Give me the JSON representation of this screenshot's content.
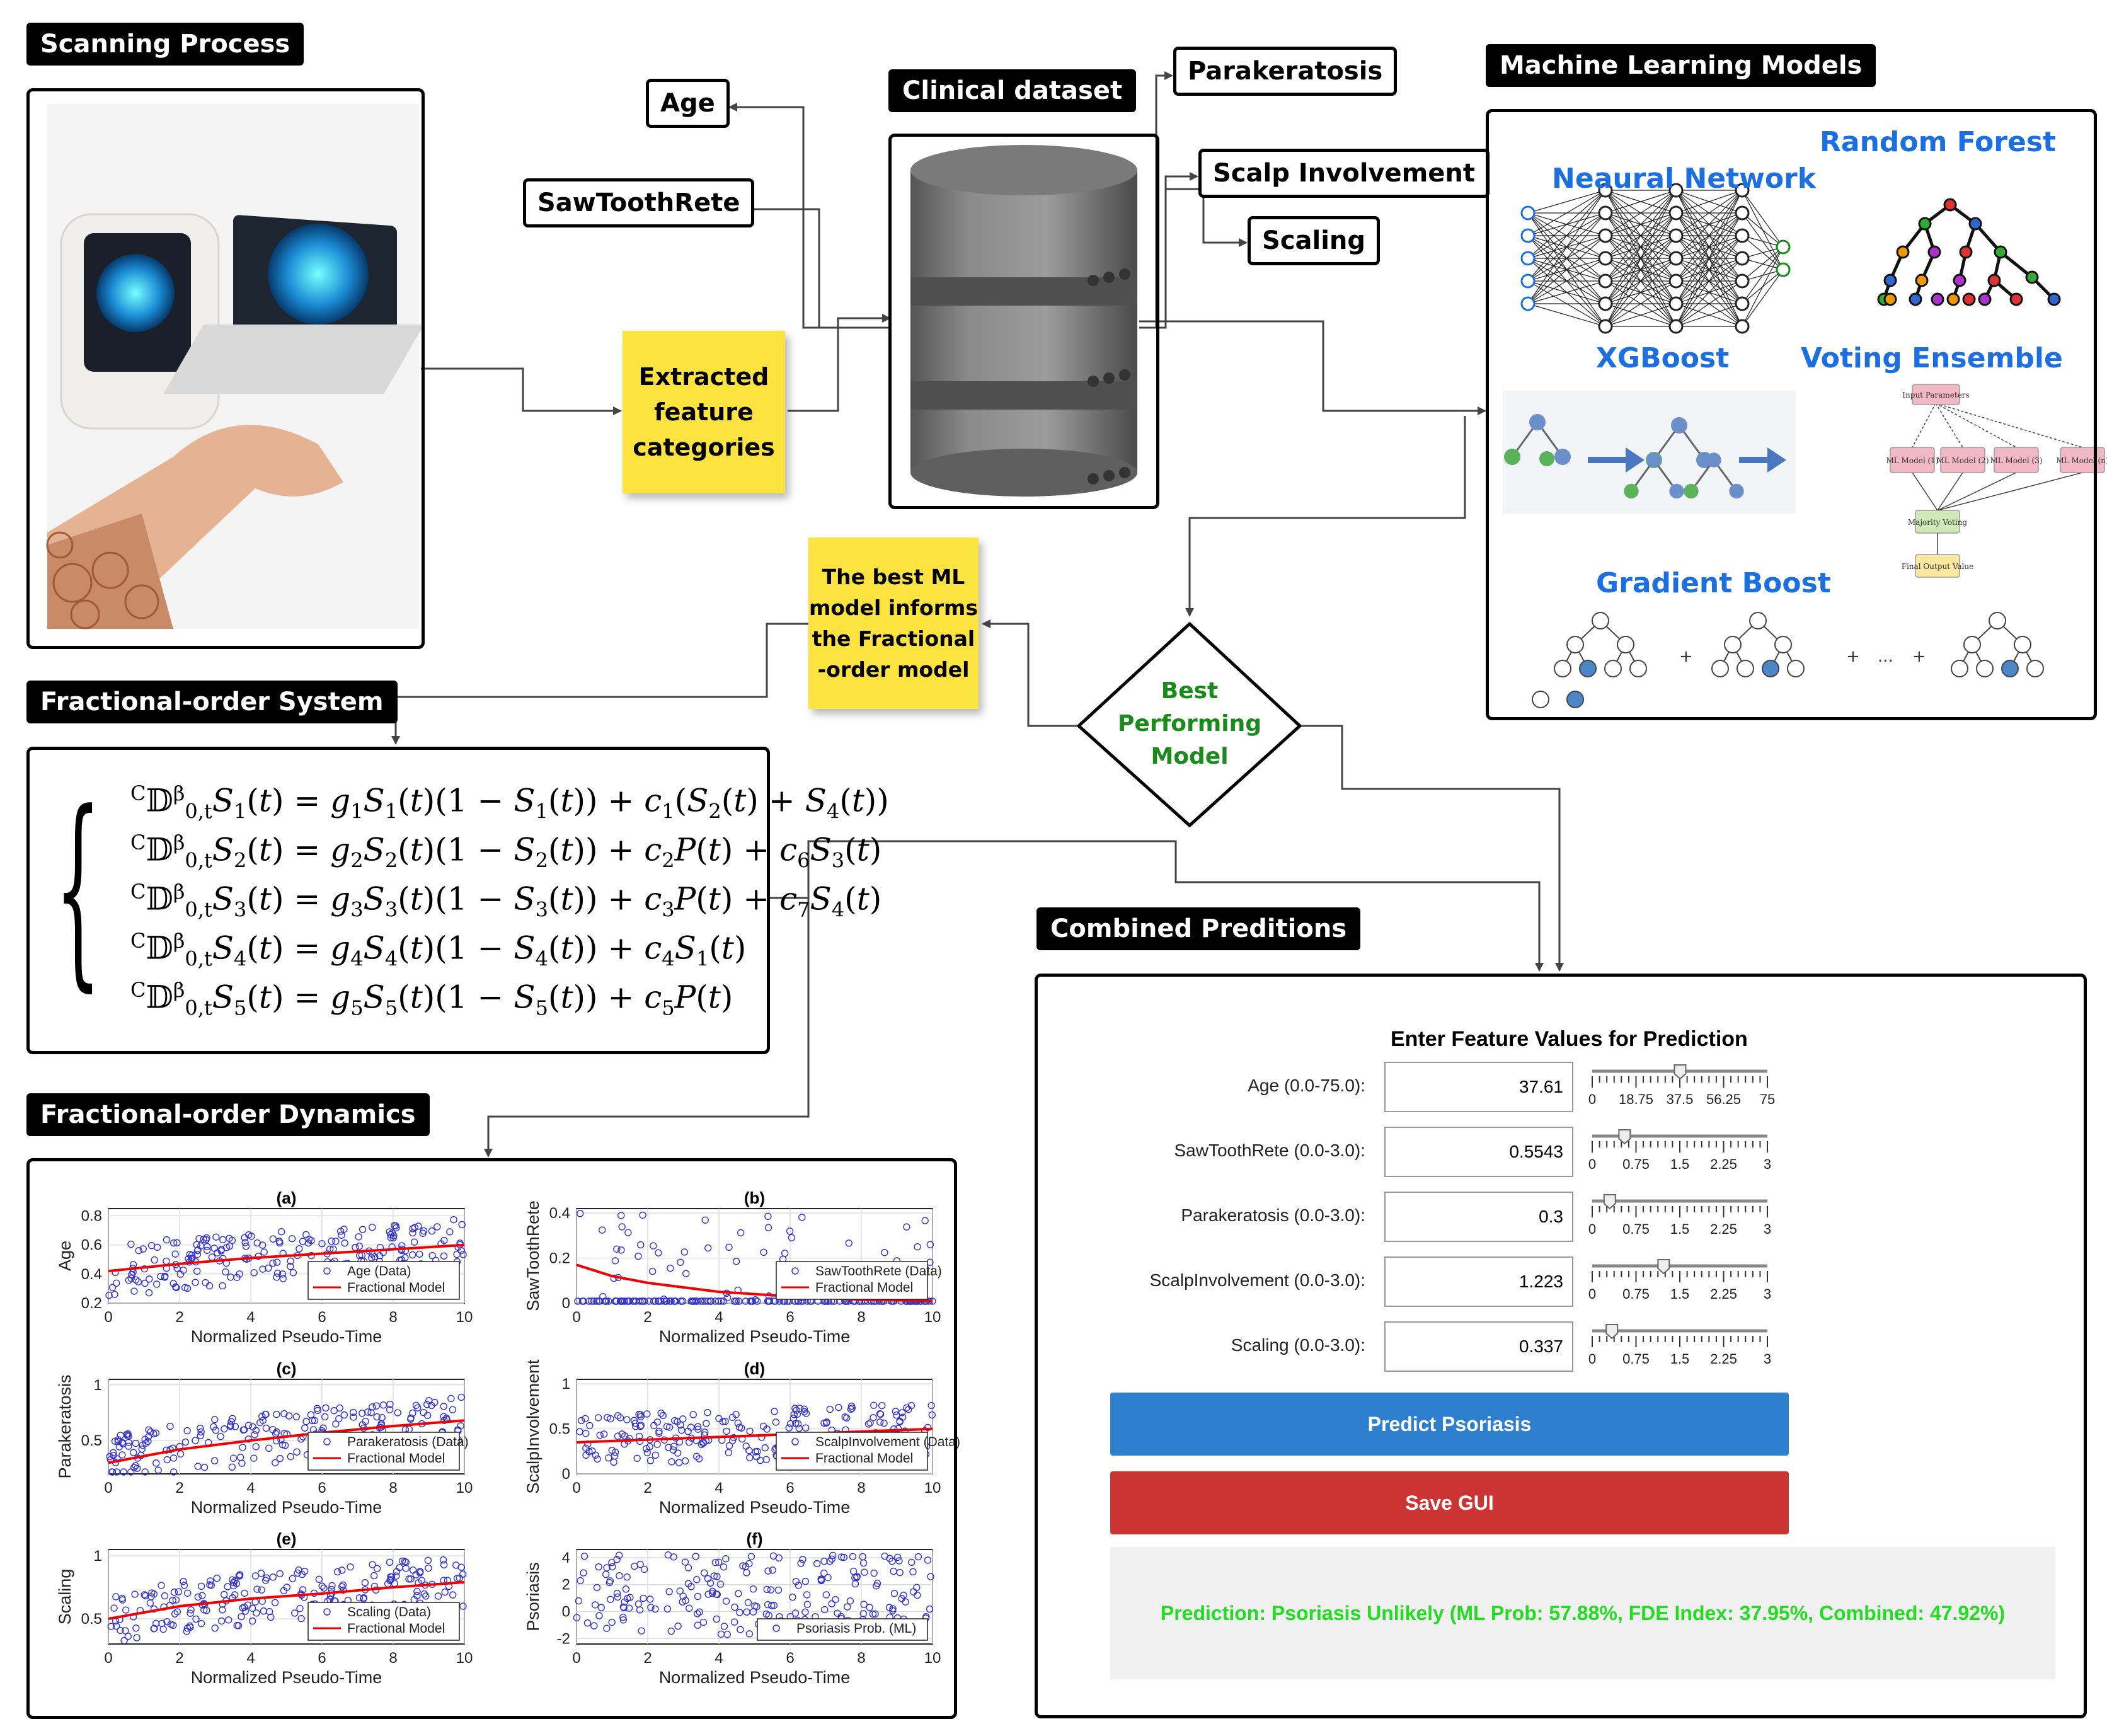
{
  "scanning": {
    "title": "Scanning  Process"
  },
  "dataset": {
    "title": "Clinical dataset"
  },
  "features": {
    "age": "Age",
    "sawtooth": "SawToothRete",
    "parakeratosis": "Parakeratosis",
    "scalp": "Scalp Involvement",
    "scaling": "Scaling"
  },
  "extracted": {
    "line1": "Extracted",
    "line2": "feature",
    "line3": "categories"
  },
  "ml": {
    "title": "Machine Learning Models",
    "nn": "Neaural Network",
    "rf": "Random Forest",
    "xgb": "XGBoost",
    "vote": "Voting Ensemble",
    "gb": "Gradient Boost",
    "vote_nodes": {
      "input": "Input Parameters",
      "m1": "ML Model (1)",
      "m2": "ML Model (2)",
      "m3": "ML Model (3)",
      "mn": "ML Model (n)",
      "major": "Majority Voting",
      "final": "Final Output Value"
    }
  },
  "best_note": {
    "line1": "The best ML",
    "line2": "model informs",
    "line3": "the Fractional",
    "line4": "-order model"
  },
  "best_model": {
    "line1": "Best",
    "line2": "Performing",
    "line3": "Model"
  },
  "frac_system": {
    "title": "Fractional-order System"
  },
  "frac_dyn": {
    "title": "Fractional-order Dynamics"
  },
  "combined": {
    "title": "Combined Preditions"
  },
  "colors": {
    "accent_blue": "#1b6fe0",
    "best_green": "#1a8a1a",
    "predict_blue": "#2f7fcf",
    "save_red": "#cc3333",
    "result_green": "#22dd22",
    "sticky_yellow": "#fce33f"
  },
  "gui": {
    "heading": "Enter Feature Values for Prediction",
    "rows": [
      {
        "label": "Age (0.0-75.0):",
        "value": "37.61",
        "ticks": [
          "0",
          "18.75",
          "37.5",
          "56.25",
          "75"
        ],
        "slider_fraction": 0.5015
      },
      {
        "label": "SawToothRete (0.0-3.0):",
        "value": "0.5543",
        "ticks": [
          "0",
          "0.75",
          "1.5",
          "2.25",
          "3"
        ],
        "slider_fraction": 0.1848
      },
      {
        "label": "Parakeratosis (0.0-3.0):",
        "value": "0.3",
        "ticks": [
          "0",
          "0.75",
          "1.5",
          "2.25",
          "3"
        ],
        "slider_fraction": 0.1
      },
      {
        "label": "ScalpInvolvement (0.0-3.0):",
        "value": "1.223",
        "ticks": [
          "0",
          "0.75",
          "1.5",
          "2.25",
          "3"
        ],
        "slider_fraction": 0.4077
      },
      {
        "label": "Scaling (0.0-3.0):",
        "value": "0.337",
        "ticks": [
          "0",
          "0.75",
          "1.5",
          "2.25",
          "3"
        ],
        "slider_fraction": 0.1123
      }
    ],
    "predict_label": "Predict Psoriasis",
    "save_label": "Save GUI",
    "result": "Prediction: Psoriasis Unlikely (ML Prob: 57.88%, FDE Index: 37.95%, Combined: 47.92%)"
  },
  "chart_data": [
    {
      "type": "scatter",
      "title": "(a)",
      "xlabel": "Normalized Pseudo-Time",
      "ylabel": "Age",
      "xlim": [
        0,
        10
      ],
      "ylim": [
        0.2,
        0.85
      ],
      "xticks": [
        "0",
        "2",
        "4",
        "6",
        "8",
        "10"
      ],
      "yticks": [
        "0.2",
        "0.4",
        "0.6",
        "0.8"
      ],
      "legend": [
        "Age (Data)",
        "Fractional Model"
      ],
      "model": {
        "x": [
          0,
          2,
          4,
          6,
          8,
          10
        ],
        "y": [
          0.42,
          0.47,
          0.51,
          0.54,
          0.57,
          0.6
        ]
      }
    },
    {
      "type": "scatter",
      "title": "(b)",
      "xlabel": "Normalized Pseudo-Time",
      "ylabel": "SawToothRete",
      "xlim": [
        0,
        10
      ],
      "ylim": [
        0,
        0.42
      ],
      "xticks": [
        "0",
        "2",
        "4",
        "6",
        "8",
        "10"
      ],
      "yticks": [
        "0",
        "0.2",
        "0.4"
      ],
      "legend": [
        "SawToothRete (Data)",
        "Fractional Model"
      ],
      "model": {
        "x": [
          0,
          1,
          2,
          4,
          6,
          8,
          10
        ],
        "y": [
          0.17,
          0.12,
          0.09,
          0.05,
          0.03,
          0.015,
          0.01
        ]
      }
    },
    {
      "type": "scatter",
      "title": "(c)",
      "xlabel": "Normalized Pseudo-Time",
      "ylabel": "Parakeratosis",
      "xlim": [
        0,
        10
      ],
      "ylim": [
        0.2,
        1.05
      ],
      "xticks": [
        "0",
        "2",
        "4",
        "6",
        "8",
        "10"
      ],
      "yticks": [
        "0.5",
        "1"
      ],
      "legend": [
        "Parakeratosis (Data)",
        "Fractional Model"
      ],
      "model": {
        "x": [
          0,
          2,
          4,
          6,
          8,
          10
        ],
        "y": [
          0.3,
          0.42,
          0.5,
          0.57,
          0.63,
          0.68
        ]
      }
    },
    {
      "type": "scatter",
      "title": "(d)",
      "xlabel": "Normalized Pseudo-Time",
      "ylabel": "ScalpInvolvement",
      "xlim": [
        0,
        10
      ],
      "ylim": [
        0,
        1.05
      ],
      "xticks": [
        "0",
        "2",
        "4",
        "6",
        "8",
        "10"
      ],
      "yticks": [
        "0",
        "0.5",
        "1"
      ],
      "legend": [
        "ScalpInvolvement (Data)",
        "Fractional Model"
      ],
      "model": {
        "x": [
          0,
          2,
          4,
          6,
          8,
          10
        ],
        "y": [
          0.35,
          0.38,
          0.41,
          0.44,
          0.47,
          0.5
        ]
      }
    },
    {
      "type": "scatter",
      "title": "(e)",
      "xlabel": "Normalized Pseudo-Time",
      "ylabel": "Scaling",
      "xlim": [
        0,
        10
      ],
      "ylim": [
        0.3,
        1.05
      ],
      "xticks": [
        "0",
        "2",
        "4",
        "6",
        "8",
        "10"
      ],
      "yticks": [
        "0.5",
        "1"
      ],
      "legend": [
        "Scaling (Data)",
        "Fractional Model"
      ],
      "model": {
        "x": [
          0,
          2,
          4,
          6,
          8,
          10
        ],
        "y": [
          0.5,
          0.6,
          0.66,
          0.7,
          0.75,
          0.79
        ]
      }
    },
    {
      "type": "scatter",
      "title": "(f)",
      "xlabel": "Normalized Pseudo-Time",
      "ylabel": "Psoriasis",
      "xlim": [
        0,
        10
      ],
      "ylim": [
        -2.4,
        4.6
      ],
      "xticks": [
        "0",
        "2",
        "4",
        "6",
        "8",
        "10"
      ],
      "yticks": [
        "-2",
        "0",
        "2",
        "4"
      ],
      "legend": [
        "Psoriasis Prob. (ML)"
      ],
      "model": null
    }
  ]
}
